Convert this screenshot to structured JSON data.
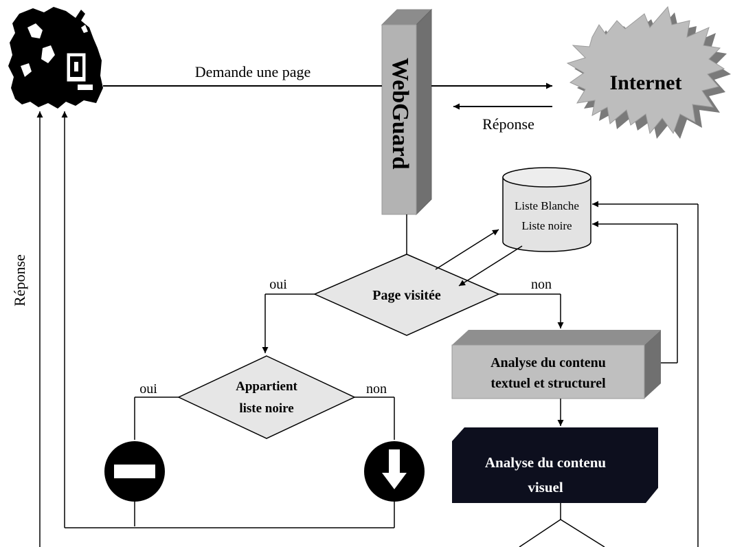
{
  "webguard_label": "WebGuard",
  "internet_label": "Internet",
  "request_label": "Demande une page",
  "response_label": "Réponse",
  "response_left_label": "Réponse",
  "db_line1": "Liste Blanche",
  "db_line2": "Liste noire",
  "decision1": {
    "label": "Page visitée",
    "yes": "oui",
    "no": "non"
  },
  "decision2": {
    "line1": "Appartient",
    "line2": "liste noire",
    "yes": "oui",
    "no": "non"
  },
  "text_analysis": {
    "line1": "Analyse du contenu",
    "line2": "textuel et structurel"
  },
  "visual_analysis": {
    "line1": "Analyse du contenu",
    "line2": "visuel"
  },
  "icons": [
    "user-at-computer-icon",
    "block-icon",
    "download-arrow-icon"
  ],
  "colors": {
    "webguard_fill": "#b3b3b3",
    "internet_fill": "#b8b8b8",
    "diamond_fill": "#e6e6e6",
    "text_analysis_fill": "#bfbfbf",
    "visual_analysis_fill": "#0d0f1e"
  }
}
